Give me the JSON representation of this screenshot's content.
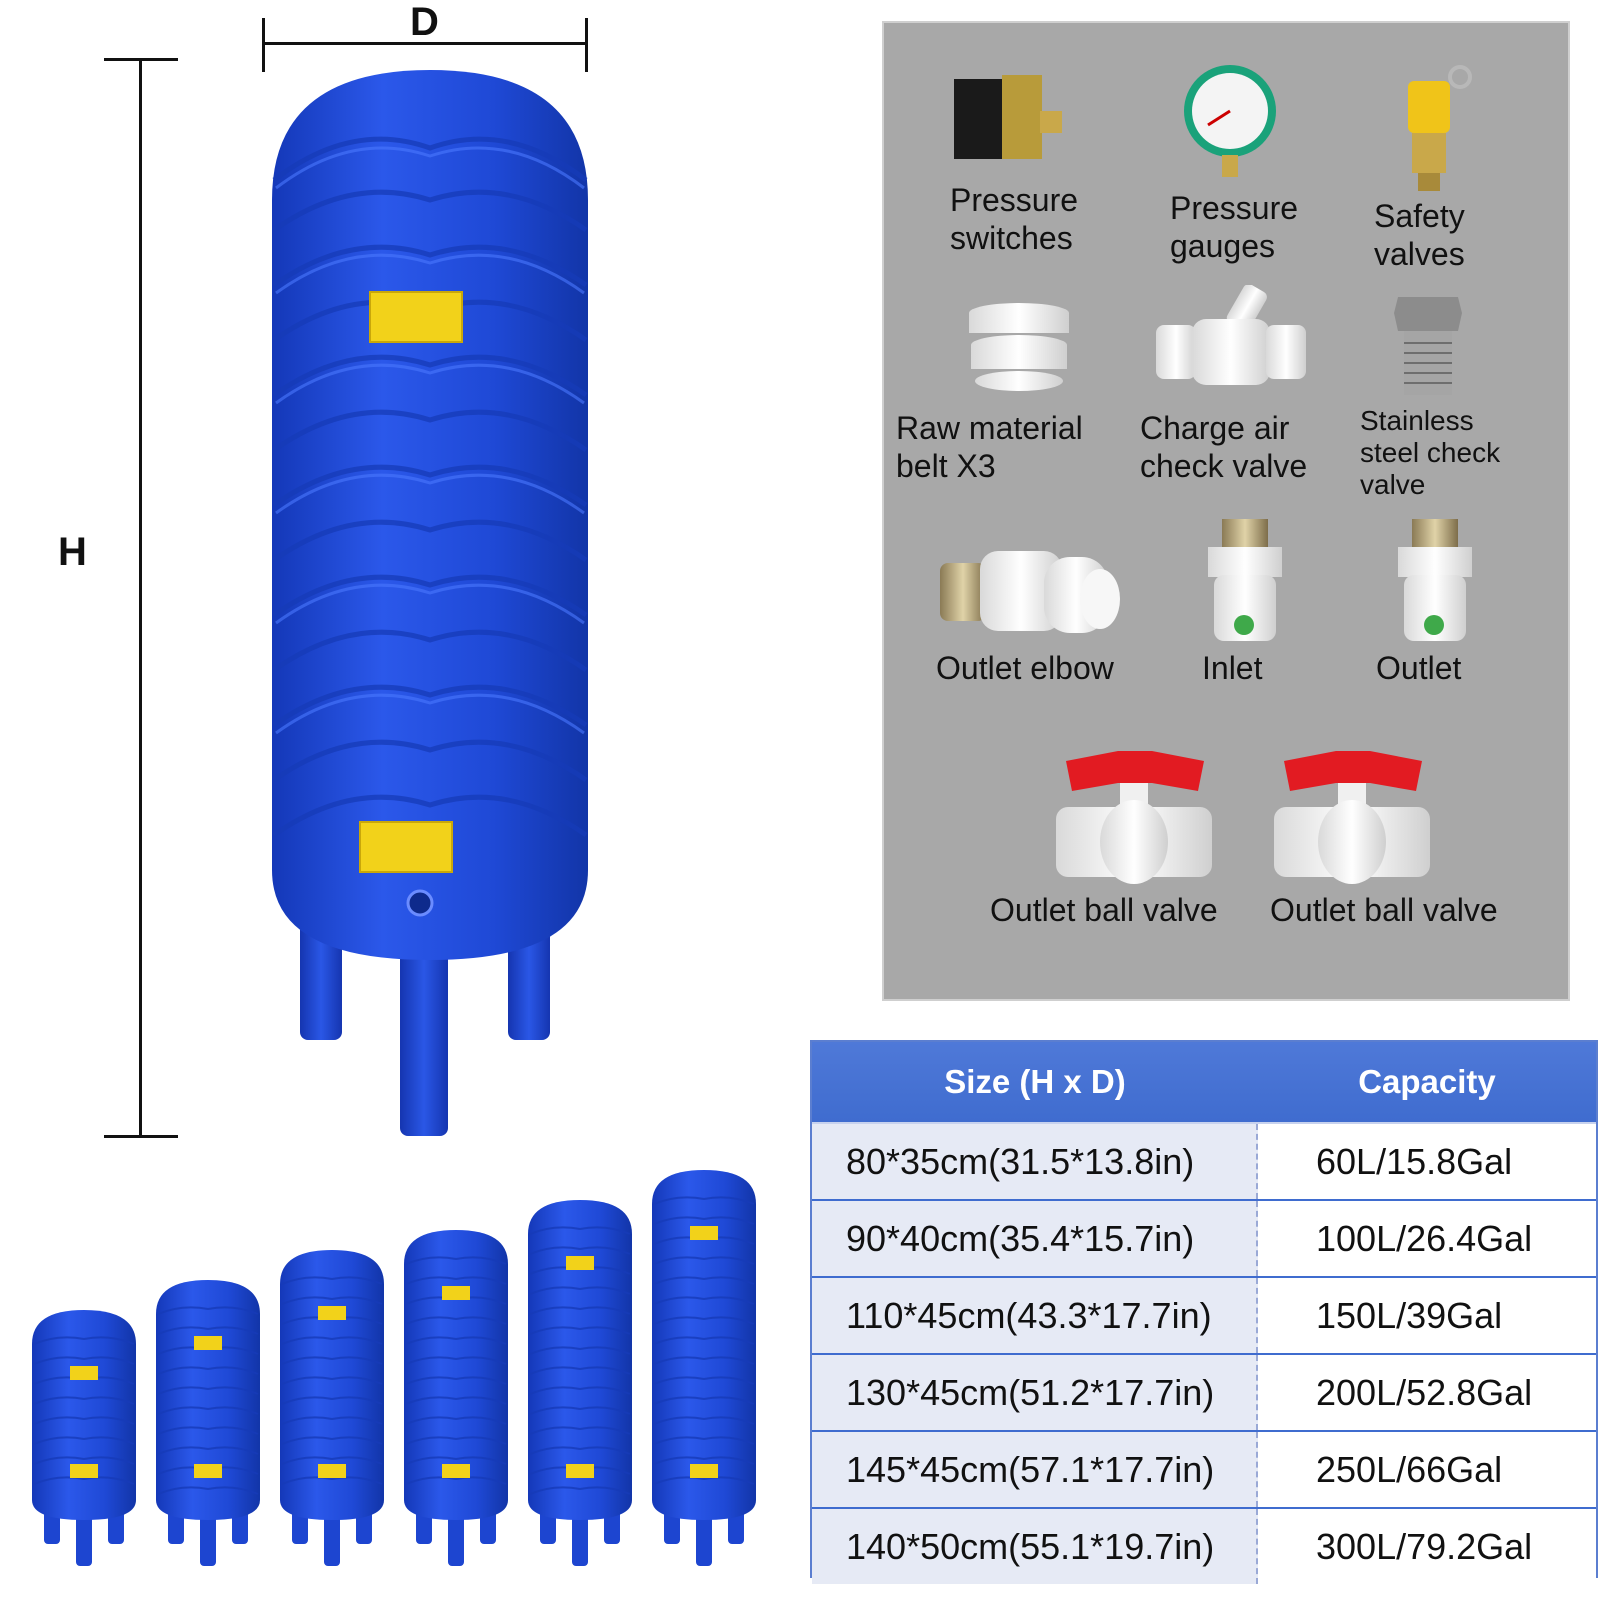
{
  "dimensions": {
    "height_label": "H",
    "diameter_label": "D"
  },
  "colors": {
    "tank_blue": "#1f49d6",
    "panel_gray": "#a8a8a8",
    "table_header": "#4a75d6",
    "valve_red": "#e21b22"
  },
  "accessories": [
    {
      "label": "Pressure\nswitches",
      "icon": "pressure-switch-icon"
    },
    {
      "label": "Pressure\ngauges",
      "icon": "pressure-gauge-icon"
    },
    {
      "label": "Safety\nvalves",
      "icon": "safety-valve-icon"
    },
    {
      "label": "Raw material\nbelt X3",
      "icon": "raw-material-belt-icon"
    },
    {
      "label": "Charge air\ncheck valve",
      "icon": "check-valve-icon"
    },
    {
      "label": "Stainless\nsteel check\nvalve",
      "icon": "steel-check-valve-icon"
    },
    {
      "label": "Outlet elbow",
      "icon": "outlet-elbow-icon"
    },
    {
      "label": "Inlet",
      "icon": "inlet-fitting-icon"
    },
    {
      "label": "Outlet",
      "icon": "outlet-fitting-icon"
    },
    {
      "label": "Outlet ball valve",
      "icon": "ball-valve-icon"
    },
    {
      "label": "Outlet ball valve",
      "icon": "ball-valve-icon"
    }
  ],
  "table": {
    "headers": [
      "Size (H x D)",
      "Capacity"
    ],
    "rows": [
      [
        "80*35cm(31.5*13.8in)",
        "60L/15.8Gal"
      ],
      [
        "90*40cm(35.4*15.7in)",
        "100L/26.4Gal"
      ],
      [
        "110*45cm(43.3*17.7in)",
        "150L/39Gal"
      ],
      [
        "130*45cm(51.2*17.7in)",
        "200L/52.8Gal"
      ],
      [
        "145*45cm(57.1*17.7in)",
        "250L/66Gal"
      ],
      [
        "140*50cm(55.1*19.7in)",
        "300L/79.2Gal"
      ]
    ]
  }
}
